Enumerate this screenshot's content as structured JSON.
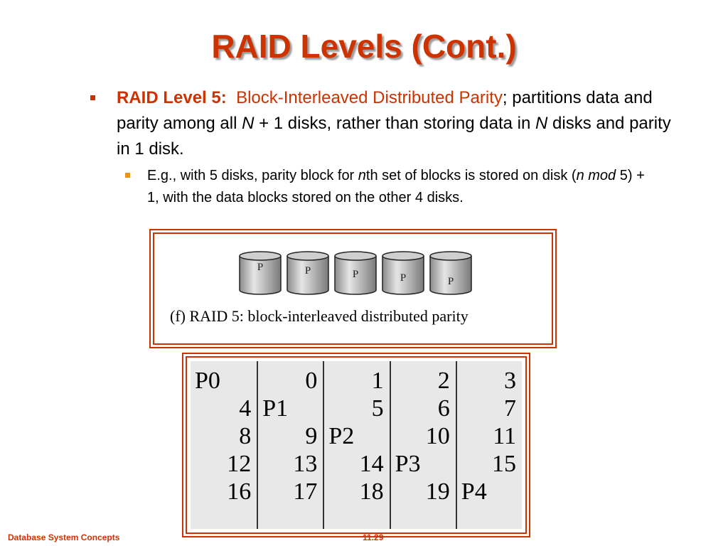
{
  "title": "RAID Levels (Cont.)",
  "bullet1": {
    "level_name": "RAID Level 5",
    "colon": ":",
    "level_desc": "Block-Interleaved Distributed Parity",
    "text_a": "; partitions data and parity among all ",
    "var_n1": "N",
    "text_b": " + 1 disks, rather than storing data in ",
    "var_n2": "N",
    "text_c": " disks and parity in 1 disk."
  },
  "bullet2": {
    "text_a": "E.g., with 5 disks, parity block for ",
    "var_n": "n",
    "text_b": "th set of blocks is stored on disk (",
    "var_mod": "n mod",
    "text_c": " 5) + 1, with the data blocks stored on the other 4 disks."
  },
  "figure": {
    "disk_label": "P",
    "disk_count": 5,
    "caption": "(f) RAID 5: block-interleaved distributed parity",
    "disk_color": "#b8b8b8"
  },
  "table": {
    "columns": [
      [
        "P0",
        "4",
        "8",
        "12",
        "16"
      ],
      [
        "0",
        "P1",
        "9",
        "13",
        "17"
      ],
      [
        "1",
        "5",
        "P2",
        "14",
        "18"
      ],
      [
        "2",
        "6",
        "10",
        "P3",
        "19"
      ],
      [
        "3",
        "7",
        "11",
        "15",
        "P4"
      ]
    ]
  },
  "footer": {
    "left": "Database System Concepts",
    "center": "11.29"
  },
  "colors": {
    "accent": "#cc3300",
    "sub_bullet": "#e8941a"
  }
}
